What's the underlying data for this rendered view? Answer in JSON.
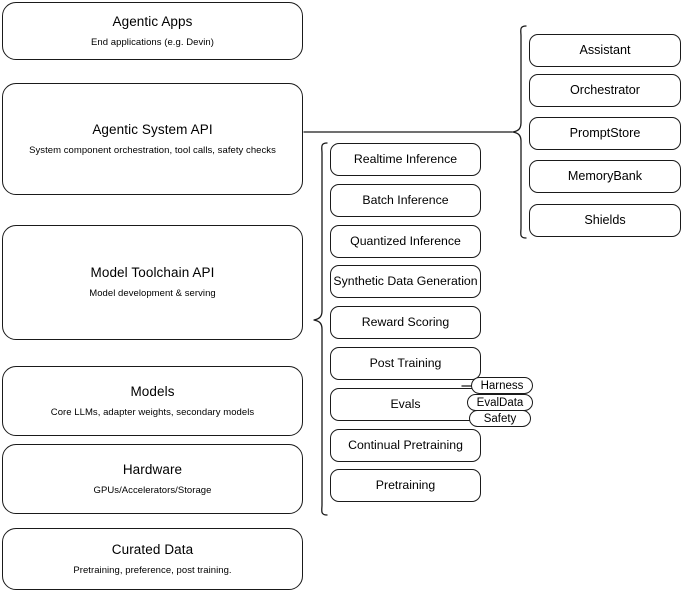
{
  "diagram": {
    "title": "Agentic stack layered architecture",
    "stroke_color": "#1a1a1a",
    "background_color": "#ffffff"
  },
  "layers": [
    {
      "id": "agentic-apps",
      "title": "Agentic Apps",
      "subtitle": "End applications (e.g. Devin)"
    },
    {
      "id": "agentic-system-api",
      "title": "Agentic System API",
      "subtitle": "System component orchestration, tool calls, safety checks"
    },
    {
      "id": "model-toolchain-api",
      "title": "Model Toolchain API",
      "subtitle": "Model development & serving"
    },
    {
      "id": "models",
      "title": "Models",
      "subtitle": "Core LLMs, adapter weights, secondary models"
    },
    {
      "id": "hardware",
      "title": "Hardware",
      "subtitle": "GPUs/Accelerators/Storage"
    },
    {
      "id": "curated-data",
      "title": "Curated Data",
      "subtitle": "Pretraining, preference, post training."
    }
  ],
  "toolchain_items": [
    {
      "id": "realtime-inference",
      "title": "Realtime Inference"
    },
    {
      "id": "batch-inference",
      "title": "Batch Inference"
    },
    {
      "id": "quantized-inference",
      "title": "Quantized Inference"
    },
    {
      "id": "synthetic-data-generation",
      "title": "Synthetic Data Generation"
    },
    {
      "id": "reward-scoring",
      "title": "Reward Scoring"
    },
    {
      "id": "post-training",
      "title": "Post Training"
    },
    {
      "id": "evals",
      "title": "Evals"
    },
    {
      "id": "continual-pretraining",
      "title": "Continual Pretraining"
    },
    {
      "id": "pretraining",
      "title": "Pretraining"
    }
  ],
  "eval_pills": [
    {
      "id": "harness",
      "title": "Harness"
    },
    {
      "id": "evaldata",
      "title": "EvalData"
    },
    {
      "id": "safety",
      "title": "Safety"
    }
  ],
  "system_components": [
    {
      "id": "assistant",
      "title": "Assistant"
    },
    {
      "id": "orchestrator",
      "title": "Orchestrator"
    },
    {
      "id": "promptstore",
      "title": "PromptStore"
    },
    {
      "id": "memorybank",
      "title": "MemoryBank"
    },
    {
      "id": "shields",
      "title": "Shields"
    }
  ]
}
